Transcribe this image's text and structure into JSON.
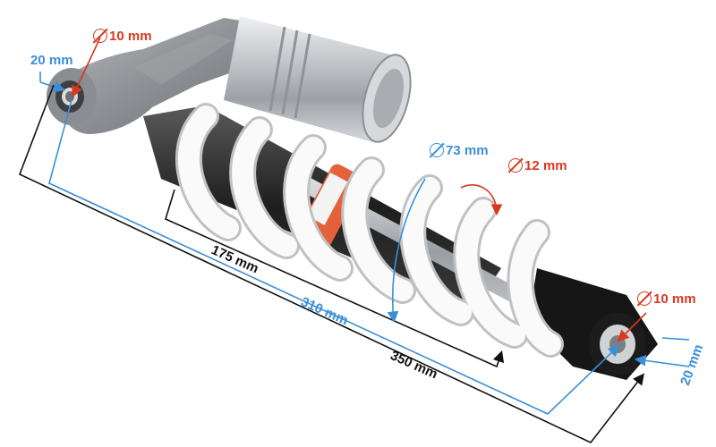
{
  "dimensions": {
    "top_mount_width": "20 mm",
    "top_bore": "10 mm",
    "spring_diameter": "73 mm",
    "spring_wire": "12 mm",
    "spring_length": "175 mm",
    "eye_to_eye_min": "310 mm",
    "eye_to_eye_max": "350 mm",
    "bottom_bore": "10 mm",
    "bottom_mount_width": "20 mm"
  },
  "colors": {
    "red_annotation": "#d9381e",
    "blue_annotation": "#3a8fd9",
    "black_annotation": "#111111",
    "spring": "#f7f7f7",
    "reservoir": "#c9cbce",
    "body": "#2b2b2b"
  },
  "icons": [
    "diameter-icon"
  ]
}
